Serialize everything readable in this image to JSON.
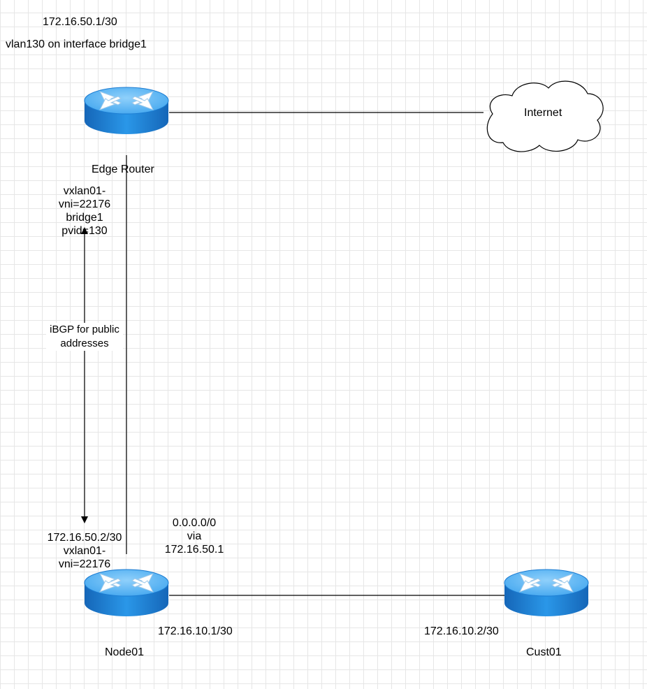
{
  "nodes": {
    "edge_router": {
      "label": "Edge Router"
    },
    "internet": {
      "label": "Internet"
    },
    "node01": {
      "label": "Node01"
    },
    "cust01": {
      "label": "Cust01"
    }
  },
  "labels": {
    "edge_ip": "172.16.50.1/30",
    "edge_vlan": "vlan130 on interface bridge1",
    "edge_vxlan": [
      "vxlan01-",
      "vni=22176",
      "bridge1",
      "pvid=130"
    ],
    "ibgp": [
      "iBGP for public",
      "addresses"
    ],
    "node_vxlan": [
      "172.16.50.2/30",
      "vxlan01-",
      "vni=22176"
    ],
    "default_route": [
      "0.0.0.0/0",
      "via",
      "172.16.50.1"
    ],
    "node_link_ip": "172.16.10.1/30",
    "cust_link_ip": "172.16.10.2/30"
  },
  "colors": {
    "router_body": "#1e88d8",
    "router_top": "#5bb8f5",
    "line": "#000000",
    "grid": "#e6e6e6"
  }
}
